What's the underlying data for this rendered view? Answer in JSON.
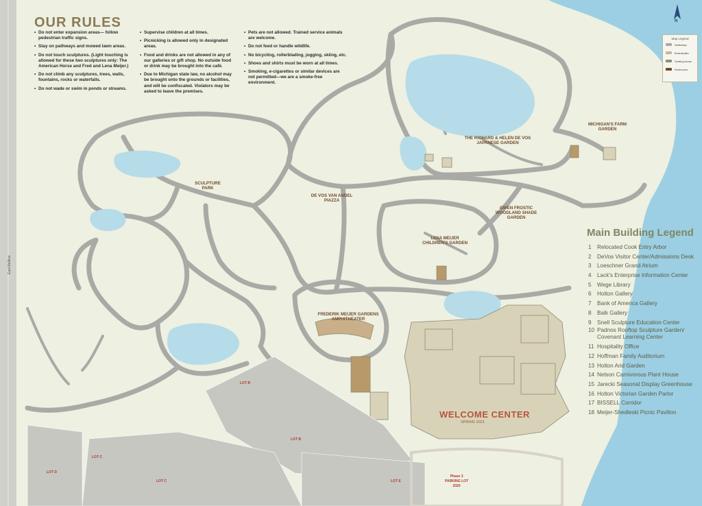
{
  "rules": {
    "title": "OUR RULES",
    "col1": [
      "Do not enter expansion areas— follow pedestrian traffic signs.",
      "Stay on pathways and mowed lawn areas.",
      "Do not touch sculptures. (Light touching is allowed for these two sculptures only: The American Horse and Fred and Lena Meijer.)",
      "Do not climb any sculptures, trees, walls, fountains, rocks or waterfalls.",
      "Do not wade or swim in ponds or streams."
    ],
    "col2": [
      "Supervise children at all times.",
      "Picnicking is allowed only in designated areas.",
      "Food and drinks are not allowed in any of our galleries or gift shop. No outside food or drink may be brought into the café.",
      "Due to Michigan state law, no alcohol may be brought onto the grounds or facilities, and will be confiscated. Violators may be asked to leave the premises."
    ],
    "col3": [
      "Pets are not allowed. Trained service animals are welcome.",
      "Do not feed or handle wildlife.",
      "No bicycling, rollerblading, jogging, skiing, etc.",
      "Shoes and shirts must be worn at all times.",
      "Smoking, e-cigarettes or similar devices are not permitted—we are a smoke-free environment."
    ]
  },
  "map_key": {
    "title": "Map Legend",
    "items": [
      "Walkways",
      "Boardwalks",
      "Seating Areas",
      "Restrooms"
    ]
  },
  "compass": {
    "label": "N"
  },
  "edge_road": "East Beltline",
  "places": {
    "japanese_garden": "THE RICHARD & HELEN DE VOS JAPANESE GARDEN",
    "farm_garden": "MICHIGAN'S FARM GARDEN",
    "sculpture_park": "SCULPTURE PARK",
    "piazza": "DE VOS VAN ANDEL PIAZZA",
    "shade_garden": "GWEN FROSTIC WOODLAND SHADE GARDEN",
    "childrens_garden": "LENA MEIJER CHILDREN'S GARDEN",
    "amphitheater": "FREDERIK MEIJER GARDENS AMPHITHEATER"
  },
  "welcome": {
    "title": "WELCOME CENTER",
    "subtitle": "SPRING 2021"
  },
  "lots": [
    "LOT B",
    "LOT B",
    "LOT C",
    "LOT C",
    "LOT D",
    "LOT E"
  ],
  "phase_lot": {
    "line1": "Phase 3",
    "line2": "PARKING LOT",
    "line3": "2020"
  },
  "building_legend": {
    "title": "Main Building Legend",
    "items": [
      {
        "num": "1",
        "name": "Relocated Cook Entry Arbor"
      },
      {
        "num": "2",
        "name": "DeVos Visitor Center/Admissions Desk"
      },
      {
        "num": "3",
        "name": "Loeschner Grand Atrium"
      },
      {
        "num": "4",
        "name": "Lack's Enterprise Information Center"
      },
      {
        "num": "5",
        "name": "Wege Library"
      },
      {
        "num": "6",
        "name": "Holton Gallery"
      },
      {
        "num": "7",
        "name": "Bank of America Gallery"
      },
      {
        "num": "8",
        "name": "Balk Gallery"
      },
      {
        "num": "9",
        "name": "Snell Sculpture Education Center"
      },
      {
        "num": "10",
        "name": "Padnos Rooftop Sculpture Garden/ Covenant Learning Center"
      },
      {
        "num": "11",
        "name": "Hospitality Office"
      },
      {
        "num": "12",
        "name": "Hoffman Family Auditorium"
      },
      {
        "num": "13",
        "name": "Holton Arid Garden"
      },
      {
        "num": "14",
        "name": "Nelson Carnivorous Plant House"
      },
      {
        "num": "15",
        "name": "Jarecki Seasonal Display Greenhouse"
      },
      {
        "num": "16",
        "name": "Holton Victorian Garden Parlor"
      },
      {
        "num": "17",
        "name": "BISSELL Corridor"
      },
      {
        "num": "18",
        "name": "Meijer-Shedleski Picnic Pavilion"
      }
    ]
  },
  "colors": {
    "background": "#eef0e2",
    "path": "#a9aaa5",
    "water": "#b5dce8",
    "lake": "#9ccfe3",
    "building": "#d8d2b8",
    "label_brown": "#6e4b2a",
    "welcome_red": "#b4553d"
  }
}
